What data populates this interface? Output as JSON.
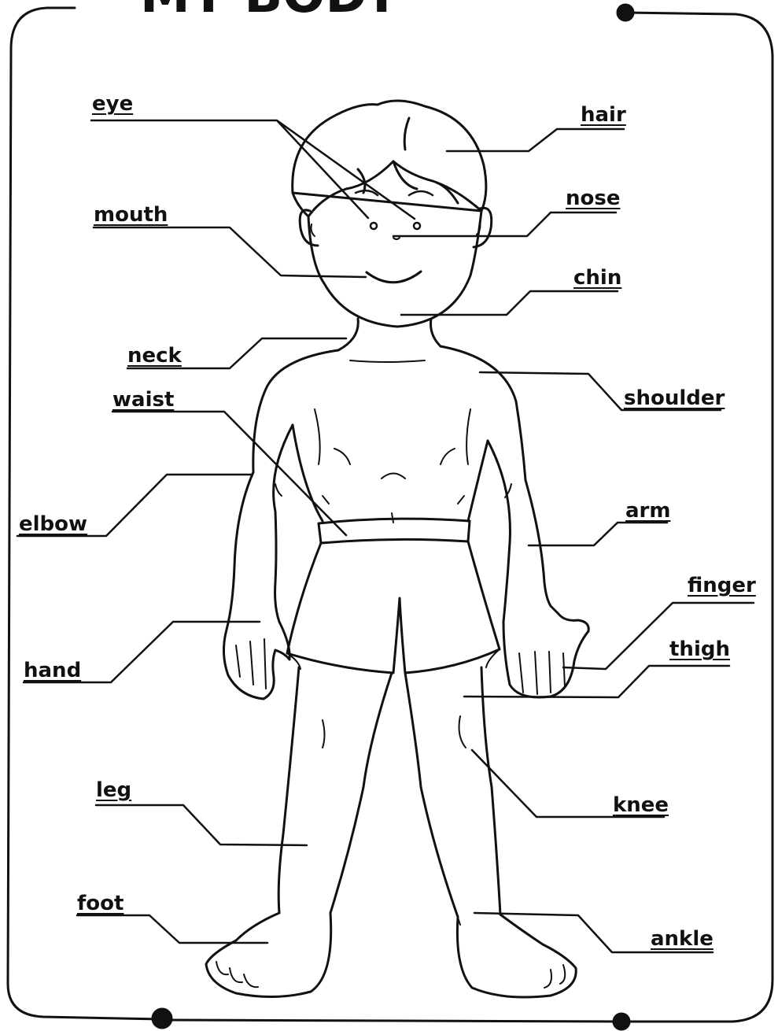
{
  "title": "MY BODY",
  "labels": {
    "eye": "eye",
    "hair": "hair",
    "mouth": "mouth",
    "nose": "nose",
    "chin": "chin",
    "neck": "neck",
    "shoulder": "shoulder",
    "waist": "waist",
    "elbow": "elbow",
    "arm": "arm",
    "finger": "finger",
    "hand": "hand",
    "thigh": "thigh",
    "leg": "leg",
    "knee": "knee",
    "foot": "foot",
    "ankle": "ankle"
  },
  "colors": {
    "ink": "#111111",
    "paper": "#ffffff"
  }
}
